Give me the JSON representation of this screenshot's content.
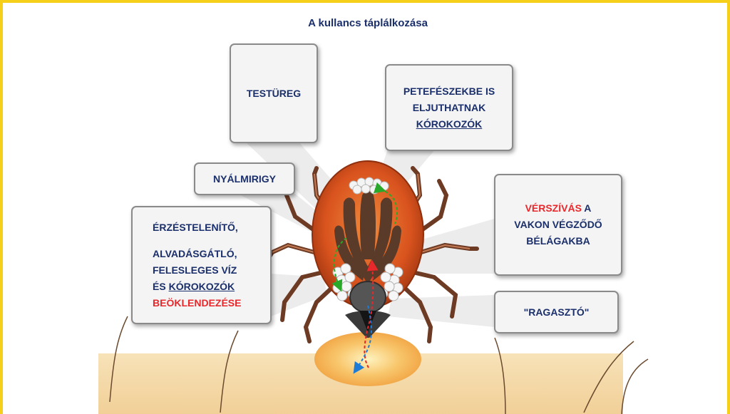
{
  "title": "A kullancs táplálkozása",
  "labels": {
    "testureg": "TESTÜREG",
    "petefeszek_1": "PETEFÉSZEKBE IS",
    "petefeszek_2": "ELJUTHATNAK",
    "petefeszek_3": "KÓROKOZÓK",
    "nyalmirigy": "NYÁLMIRIGY",
    "erzes_1": "ÉRZÉSTELENÍTŐ,",
    "erzes_2": "ALVADÁSGÁTLÓ,",
    "erzes_3": "FELESLEGES VÍZ",
    "erzes_4a": "ÉS ",
    "erzes_4b": "KÓROKOZÓK",
    "erzes_5": "BEÖKLENDEZÉSE",
    "verszivas_red": "VÉRSZÍVÁS",
    "verszivas_a": " A",
    "verszivas_2": "VAKON VÉGZŐDŐ",
    "verszivas_3": "BÉLÁGAKBA",
    "ragaszto": "\"RAGASZTÓ\""
  },
  "colors": {
    "frame": "#f6cf1b",
    "title_text": "#1a2f6b",
    "highlight_red": "#e8282b",
    "tick_body": "#d9531e",
    "skin": "#f5ddb0"
  }
}
